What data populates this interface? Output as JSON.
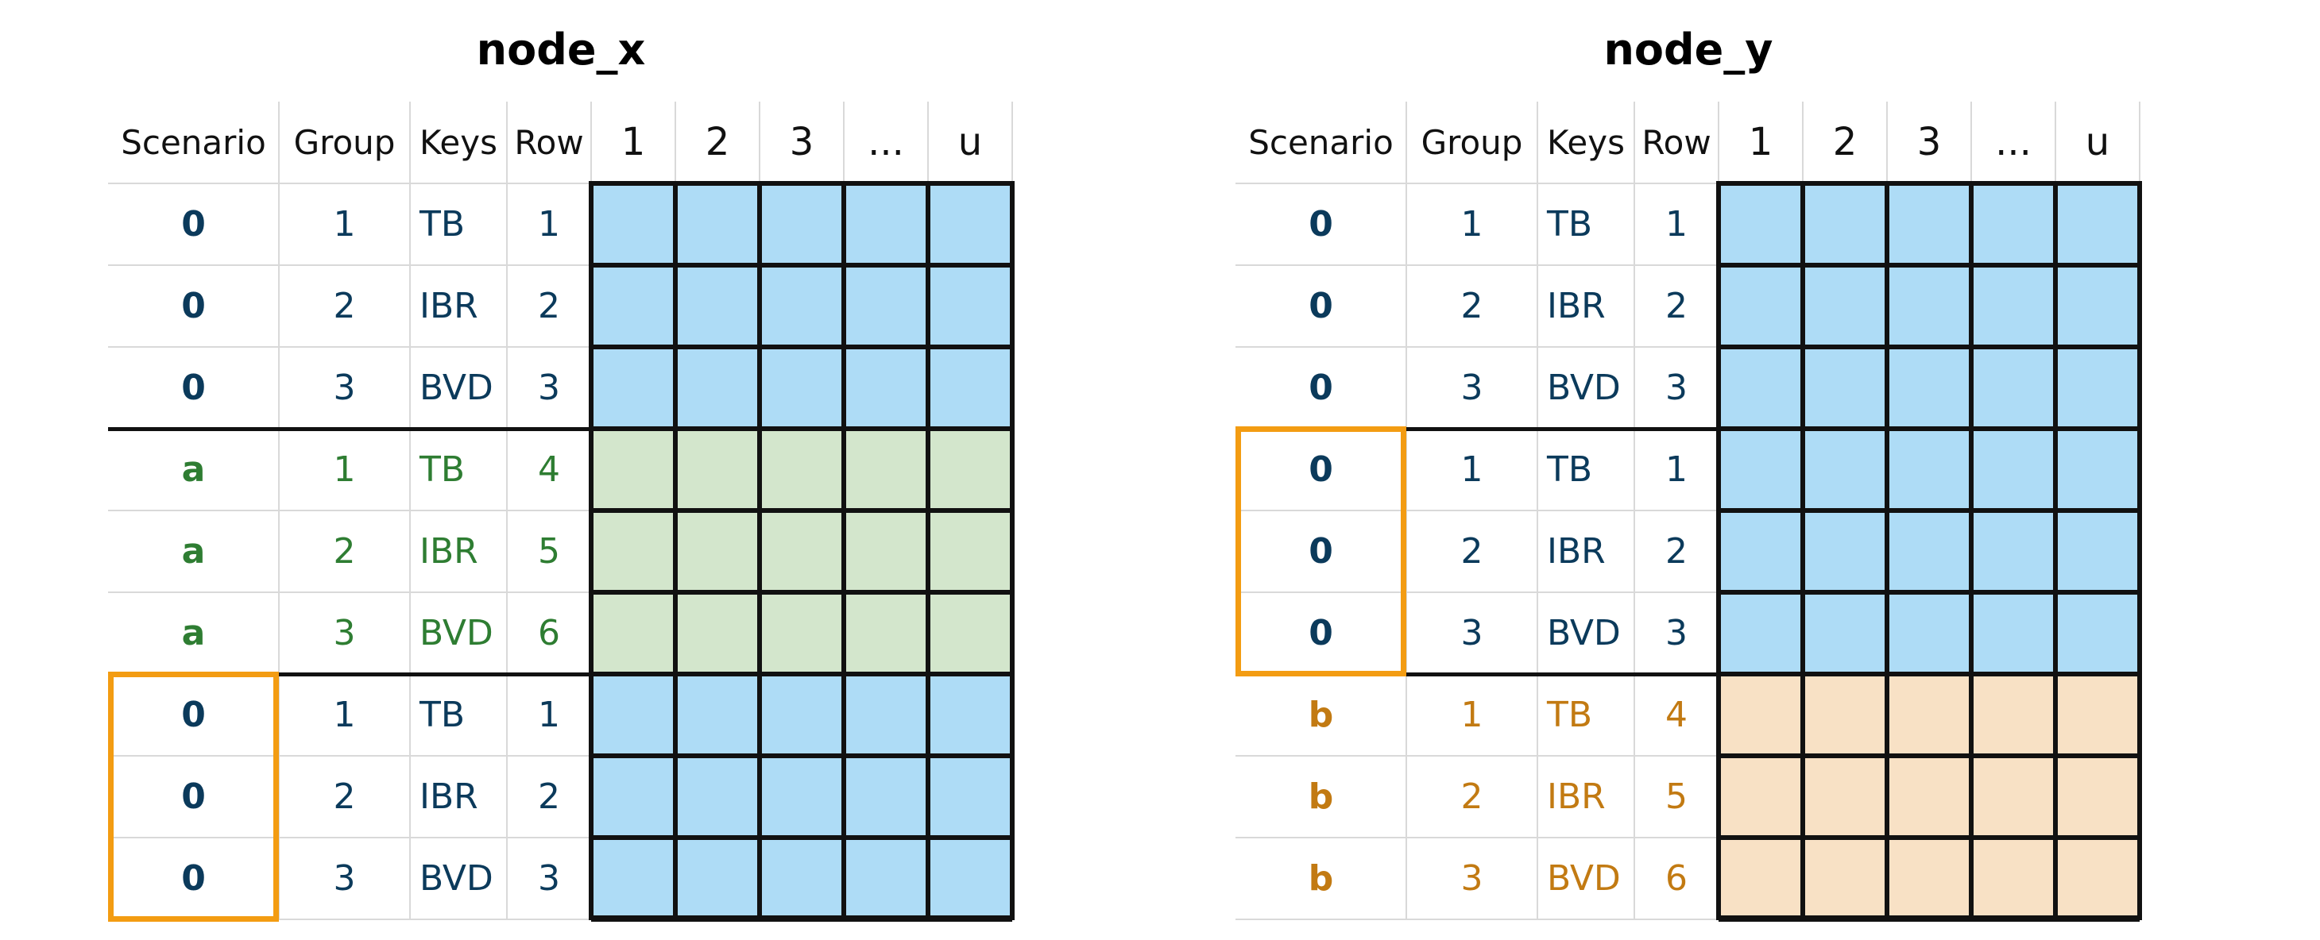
{
  "colors": {
    "blue_text": "#0b3a5b",
    "green_text": "#2e7d32",
    "orange_text": "#c27a12",
    "blue_fill": "#aedcf6",
    "green_fill": "#d3e6cc",
    "orange_fill": "#f8e1c5",
    "highlight": "#f39c12"
  },
  "headers": [
    "Scenario",
    "Group",
    "Keys",
    "Row",
    "1",
    "2",
    "3",
    "...",
    "u"
  ],
  "panels": [
    {
      "title": "node_x",
      "rows": [
        {
          "scenario": "0",
          "group": "1",
          "key": "TB",
          "row": "1",
          "tone": "blue"
        },
        {
          "scenario": "0",
          "group": "2",
          "key": "IBR",
          "row": "2",
          "tone": "blue"
        },
        {
          "scenario": "0",
          "group": "3",
          "key": "BVD",
          "row": "3",
          "tone": "blue"
        },
        {
          "scenario": "a",
          "group": "1",
          "key": "TB",
          "row": "4",
          "tone": "green"
        },
        {
          "scenario": "a",
          "group": "2",
          "key": "IBR",
          "row": "5",
          "tone": "green"
        },
        {
          "scenario": "a",
          "group": "3",
          "key": "BVD",
          "row": "6",
          "tone": "green"
        },
        {
          "scenario": "0",
          "group": "1",
          "key": "TB",
          "row": "1",
          "tone": "blue"
        },
        {
          "scenario": "0",
          "group": "2",
          "key": "IBR",
          "row": "2",
          "tone": "blue"
        },
        {
          "scenario": "0",
          "group": "3",
          "key": "BVD",
          "row": "3",
          "tone": "blue"
        }
      ],
      "highlight_rows": [
        6,
        7,
        8
      ]
    },
    {
      "title": "node_y",
      "rows": [
        {
          "scenario": "0",
          "group": "1",
          "key": "TB",
          "row": "1",
          "tone": "blue"
        },
        {
          "scenario": "0",
          "group": "2",
          "key": "IBR",
          "row": "2",
          "tone": "blue"
        },
        {
          "scenario": "0",
          "group": "3",
          "key": "BVD",
          "row": "3",
          "tone": "blue"
        },
        {
          "scenario": "0",
          "group": "1",
          "key": "TB",
          "row": "1",
          "tone": "blue"
        },
        {
          "scenario": "0",
          "group": "2",
          "key": "IBR",
          "row": "2",
          "tone": "blue"
        },
        {
          "scenario": "0",
          "group": "3",
          "key": "BVD",
          "row": "3",
          "tone": "blue"
        },
        {
          "scenario": "b",
          "group": "1",
          "key": "TB",
          "row": "4",
          "tone": "orange"
        },
        {
          "scenario": "b",
          "group": "2",
          "key": "IBR",
          "row": "5",
          "tone": "orange"
        },
        {
          "scenario": "b",
          "group": "3",
          "key": "BVD",
          "row": "6",
          "tone": "orange"
        }
      ],
      "highlight_rows": [
        3,
        4,
        5
      ]
    }
  ]
}
